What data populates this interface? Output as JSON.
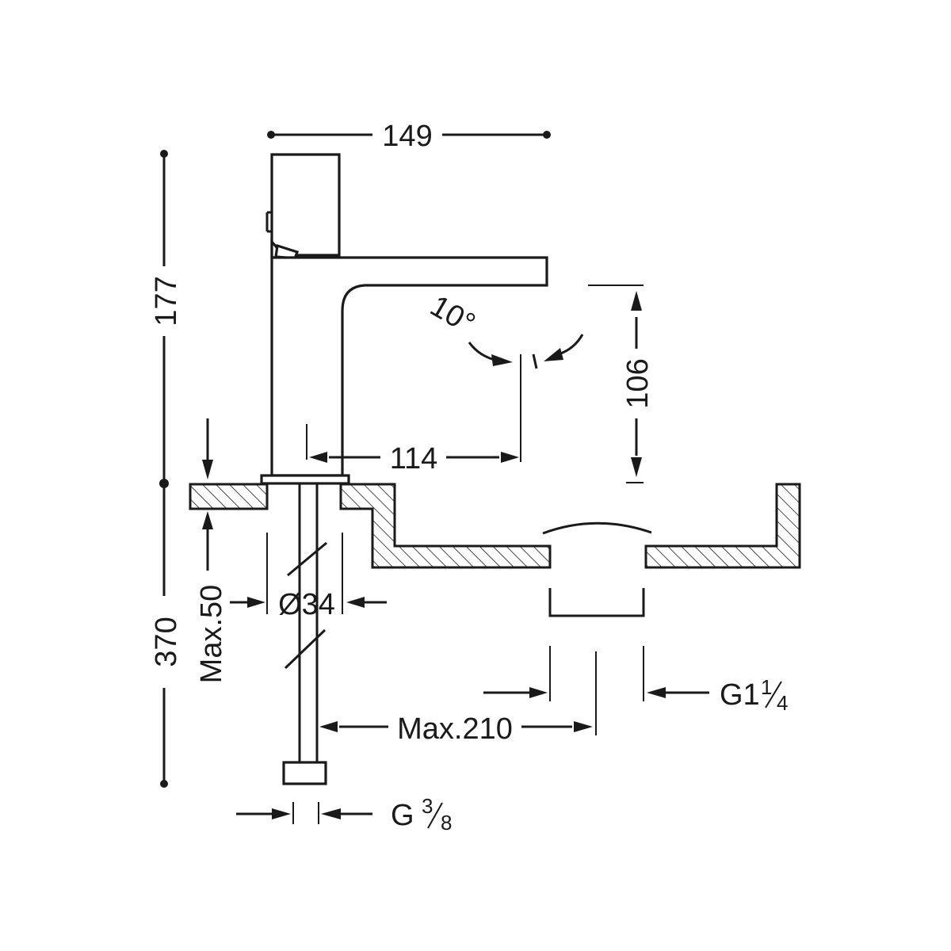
{
  "dimensions": {
    "total_width": "149",
    "body_height": "177",
    "total_height": "370",
    "spout_height": "106",
    "spout_reach": "114",
    "angle": "10°",
    "deck_thickness": "Max.50",
    "hole_diameter": "Ø34",
    "hose_length": "Max.210",
    "waste_thread": "G1",
    "waste_fraction_num": "1",
    "waste_fraction_den": "4",
    "supply_thread": "G",
    "supply_fraction_num": "3",
    "supply_fraction_den": "8"
  }
}
